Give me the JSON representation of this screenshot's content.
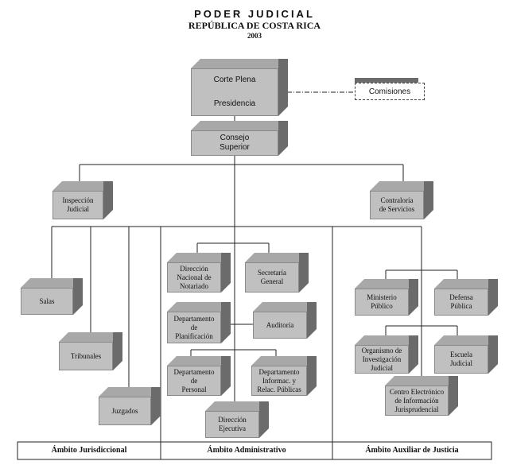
{
  "header": {
    "title": "PODER JUDICIAL",
    "subtitle": "REPÚBLICA DE COSTA RICA",
    "year": "2003"
  },
  "nodes": {
    "corte_plena": "Corte Plena",
    "presidencia": "Presidencia",
    "comisiones": "Comisiones",
    "consejo": "Consejo\nSuperior",
    "inspeccion": "Inspección\nJudicial",
    "contraloria": "Contraloría\nde Servicios",
    "salas": "Salas",
    "tribunales": "Tribunales",
    "juzgados": "Juzgados",
    "dir_notariado": "Dirección\nNacional de\nNotariado",
    "secretaria": "Secretaría\nGeneral",
    "dep_planificacion": "Departamento\nde\nPlanificación",
    "auditoria": "Auditoría",
    "dep_personal": "Departamento\nde\nPersonal",
    "dep_informacion": "Departamento\nInformac. y\nRelac. Públicas",
    "dir_ejecutiva": "Dirección\nEjecutiva",
    "ministerio": "Ministerio\nPúblico",
    "defensa": "Defensa\nPública",
    "oij": "Organismo de\nInvestigación\nJudicial",
    "escuela": "Escuela\nJudicial",
    "centro": "Centro Electrónico\nde Información\nJurisprudencial"
  },
  "footer": {
    "jurisdiccional": "Ámbito Jurisdiccional",
    "administrativo": "Ámbito Administrativo",
    "auxiliar": "Ámbito Auxiliar de Justicia"
  }
}
